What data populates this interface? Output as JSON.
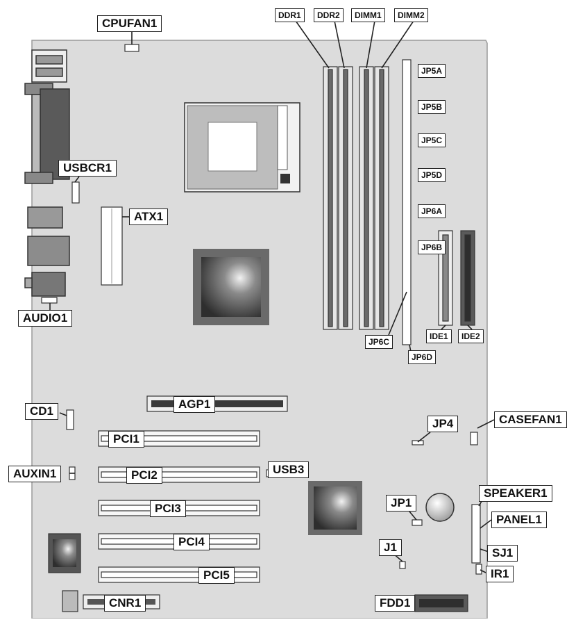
{
  "labels": {
    "cpufan1": "CPUFAN1",
    "ddr1": "DDR1",
    "ddr2": "DDR2",
    "dimm1": "DIMM1",
    "dimm2": "DIMM2",
    "jp5a": "JP5A",
    "jp5b": "JP5B",
    "jp5c": "JP5C",
    "jp5d": "JP5D",
    "jp6a": "JP6A",
    "jp6b": "JP6B",
    "jp6c": "JP6C",
    "jp6d": "JP6D",
    "ide1": "IDE1",
    "ide2": "IDE2",
    "usbcr1": "USBCR1",
    "atx1": "ATX1",
    "audio1": "AUDIO1",
    "cd1": "CD1",
    "agp1": "AGP1",
    "jp4": "JP4",
    "casefan1": "CASEFAN1",
    "pci1": "PCI1",
    "pci2": "PCI2",
    "pci3": "PCI3",
    "pci4": "PCI4",
    "pci5": "PCI5",
    "usb3": "USB3",
    "auxin1": "AUXIN1",
    "jp1": "JP1",
    "speaker1": "SPEAKER1",
    "panel1": "PANEL1",
    "j1": "J1",
    "sj1": "SJ1",
    "ir1": "IR1",
    "cnr1": "CNR1",
    "fdd1": "FDD1"
  },
  "colors": {
    "board": "#dcdcdc",
    "outline": "#222222",
    "chip_dark": "#555555",
    "label_bg": "#ffffff"
  }
}
